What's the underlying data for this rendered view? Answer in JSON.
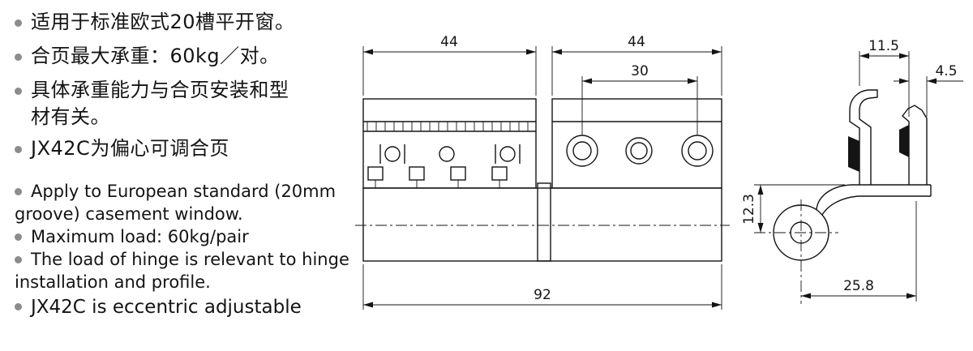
{
  "colors": {
    "line": "#141414",
    "bullet": "#8c8c8c",
    "background": "#ffffff"
  },
  "notes": {
    "cn_line1": "适用于标准欧式20槽平开窗。",
    "cn_line2": "合页最大承重：60kg／对。",
    "cn_line3": "具体承重能力与合页安装和型",
    "cn_line3_cont": "材有关。",
    "cn_line4": "JX42C为偏心可调合页",
    "en_line1": "Apply to European standard (20mm",
    "en_line1_cont": "groove) casement window.",
    "en_line2": "Maximum load: 60kg/pair",
    "en_line3": "The load of hinge is relevant to hinge",
    "en_line3_cont": "installation and profile.",
    "en_line4": "JX42C is eccentric adjustable"
  },
  "dimensions": {
    "front_left_width": "44",
    "front_right_width": "44",
    "hole_spacing": "30",
    "total_width": "92",
    "side_top_offset": "11.5",
    "side_clip_width": "4.5",
    "side_arm_height": "12.3",
    "side_bottom_width": "25.8"
  }
}
